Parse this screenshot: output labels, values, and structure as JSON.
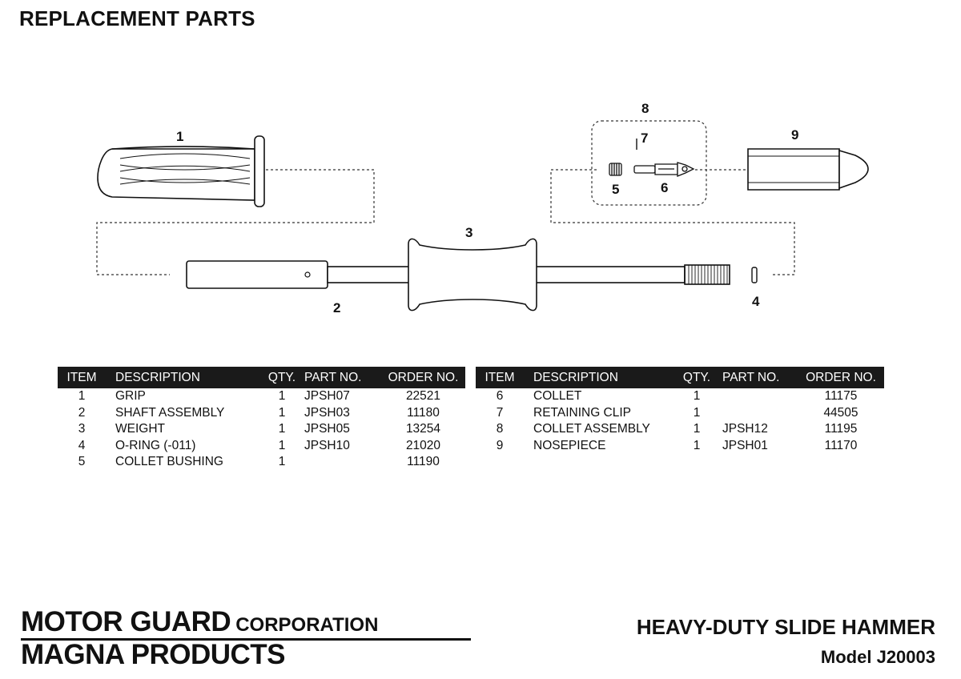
{
  "page": {
    "title": "REPLACEMENT PARTS"
  },
  "diagram": {
    "callouts": {
      "grip": "1",
      "shaft": "2",
      "weight": "3",
      "oring": "4",
      "bushing": "5",
      "collet": "6",
      "clip": "7",
      "assembly": "8",
      "nosepiece": "9"
    }
  },
  "table": {
    "headers": {
      "item": "ITEM",
      "description": "DESCRIPTION",
      "qty": "QTY.",
      "part_no": "PART NO.",
      "order_no": "ORDER NO."
    },
    "left_rows": [
      {
        "item": "1",
        "description": "GRIP",
        "qty": "1",
        "part_no": "JPSH07",
        "order_no": "22521"
      },
      {
        "item": "2",
        "description": "SHAFT ASSEMBLY",
        "qty": "1",
        "part_no": "JPSH03",
        "order_no": "11180"
      },
      {
        "item": "3",
        "description": "WEIGHT",
        "qty": "1",
        "part_no": "JPSH05",
        "order_no": "13254"
      },
      {
        "item": "4",
        "description": "O-RING (-011)",
        "qty": "1",
        "part_no": "JPSH10",
        "order_no": "21020"
      },
      {
        "item": "5",
        "description": "COLLET BUSHING",
        "qty": "1",
        "part_no": "",
        "order_no": "11190"
      }
    ],
    "right_rows": [
      {
        "item": "6",
        "description": "COLLET",
        "qty": "1",
        "part_no": "",
        "order_no": "11175"
      },
      {
        "item": "7",
        "description": "RETAINING CLIP",
        "qty": "1",
        "part_no": "",
        "order_no": "44505"
      },
      {
        "item": "8",
        "description": "COLLET ASSEMBLY",
        "qty": "1",
        "part_no": "JPSH12",
        "order_no": "11195"
      },
      {
        "item": "9",
        "description": "NOSEPIECE",
        "qty": "1",
        "part_no": "JPSH01",
        "order_no": "11170"
      }
    ]
  },
  "footer": {
    "brand_main": "MOTOR GUARD",
    "brand_suffix": "CORPORATION",
    "brand_line2": "MAGNA PRODUCTS",
    "product_name": "HEAVY-DUTY SLIDE HAMMER",
    "model": "Model J20003"
  }
}
